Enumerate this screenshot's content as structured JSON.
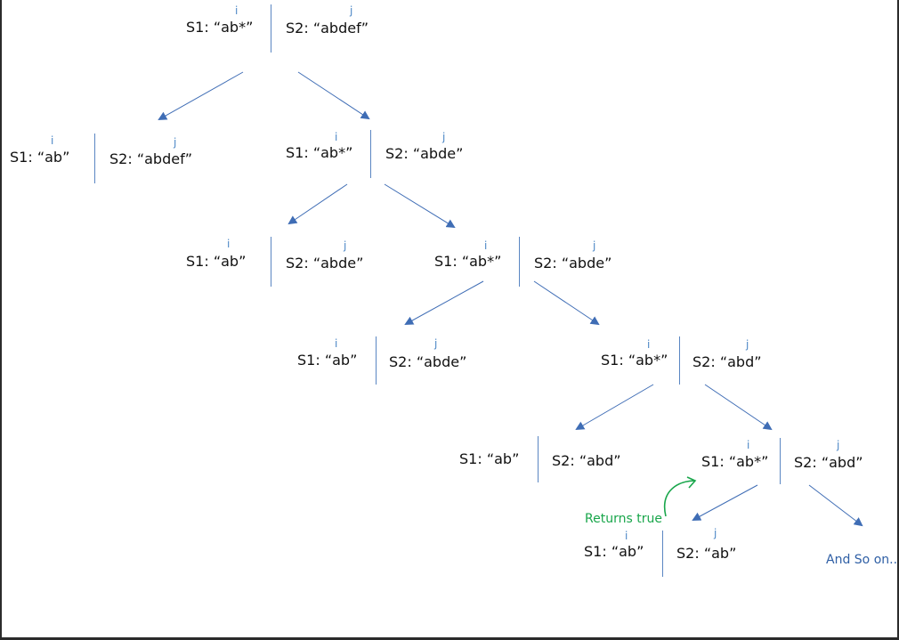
{
  "pointer_i": "i",
  "pointer_j": "j",
  "nodes": [
    {
      "s1": "S1: “ab*”",
      "s2": "S2: “abdef”"
    },
    {
      "s1": "S1: “ab”",
      "s2": "S2: “abdef”"
    },
    {
      "s1": "S1: “ab*”",
      "s2": "S2: “abde”"
    },
    {
      "s1": "S1: “ab”",
      "s2": "S2: “abde”"
    },
    {
      "s1": "S1: “ab*”",
      "s2": "S2: “abde”"
    },
    {
      "s1": "S1: “ab”",
      "s2": "S2: “abde”"
    },
    {
      "s1": "S1: “ab*”",
      "s2": "S2: “abd”"
    },
    {
      "s1": "S1: “ab”",
      "s2": "S2: “abd”"
    },
    {
      "s1": "S1: “ab*”",
      "s2": "S2: “abd”"
    },
    {
      "s1": "S1: “ab”",
      "s2": "S2: “ab”"
    }
  ],
  "returns_true": "Returns true",
  "and_so_on": "And So on...",
  "colors": {
    "edge": "#3f6db5",
    "returns_true": "#19a64b",
    "and_so_on": "#2f5fa5",
    "pointer": "#4a86c5"
  }
}
